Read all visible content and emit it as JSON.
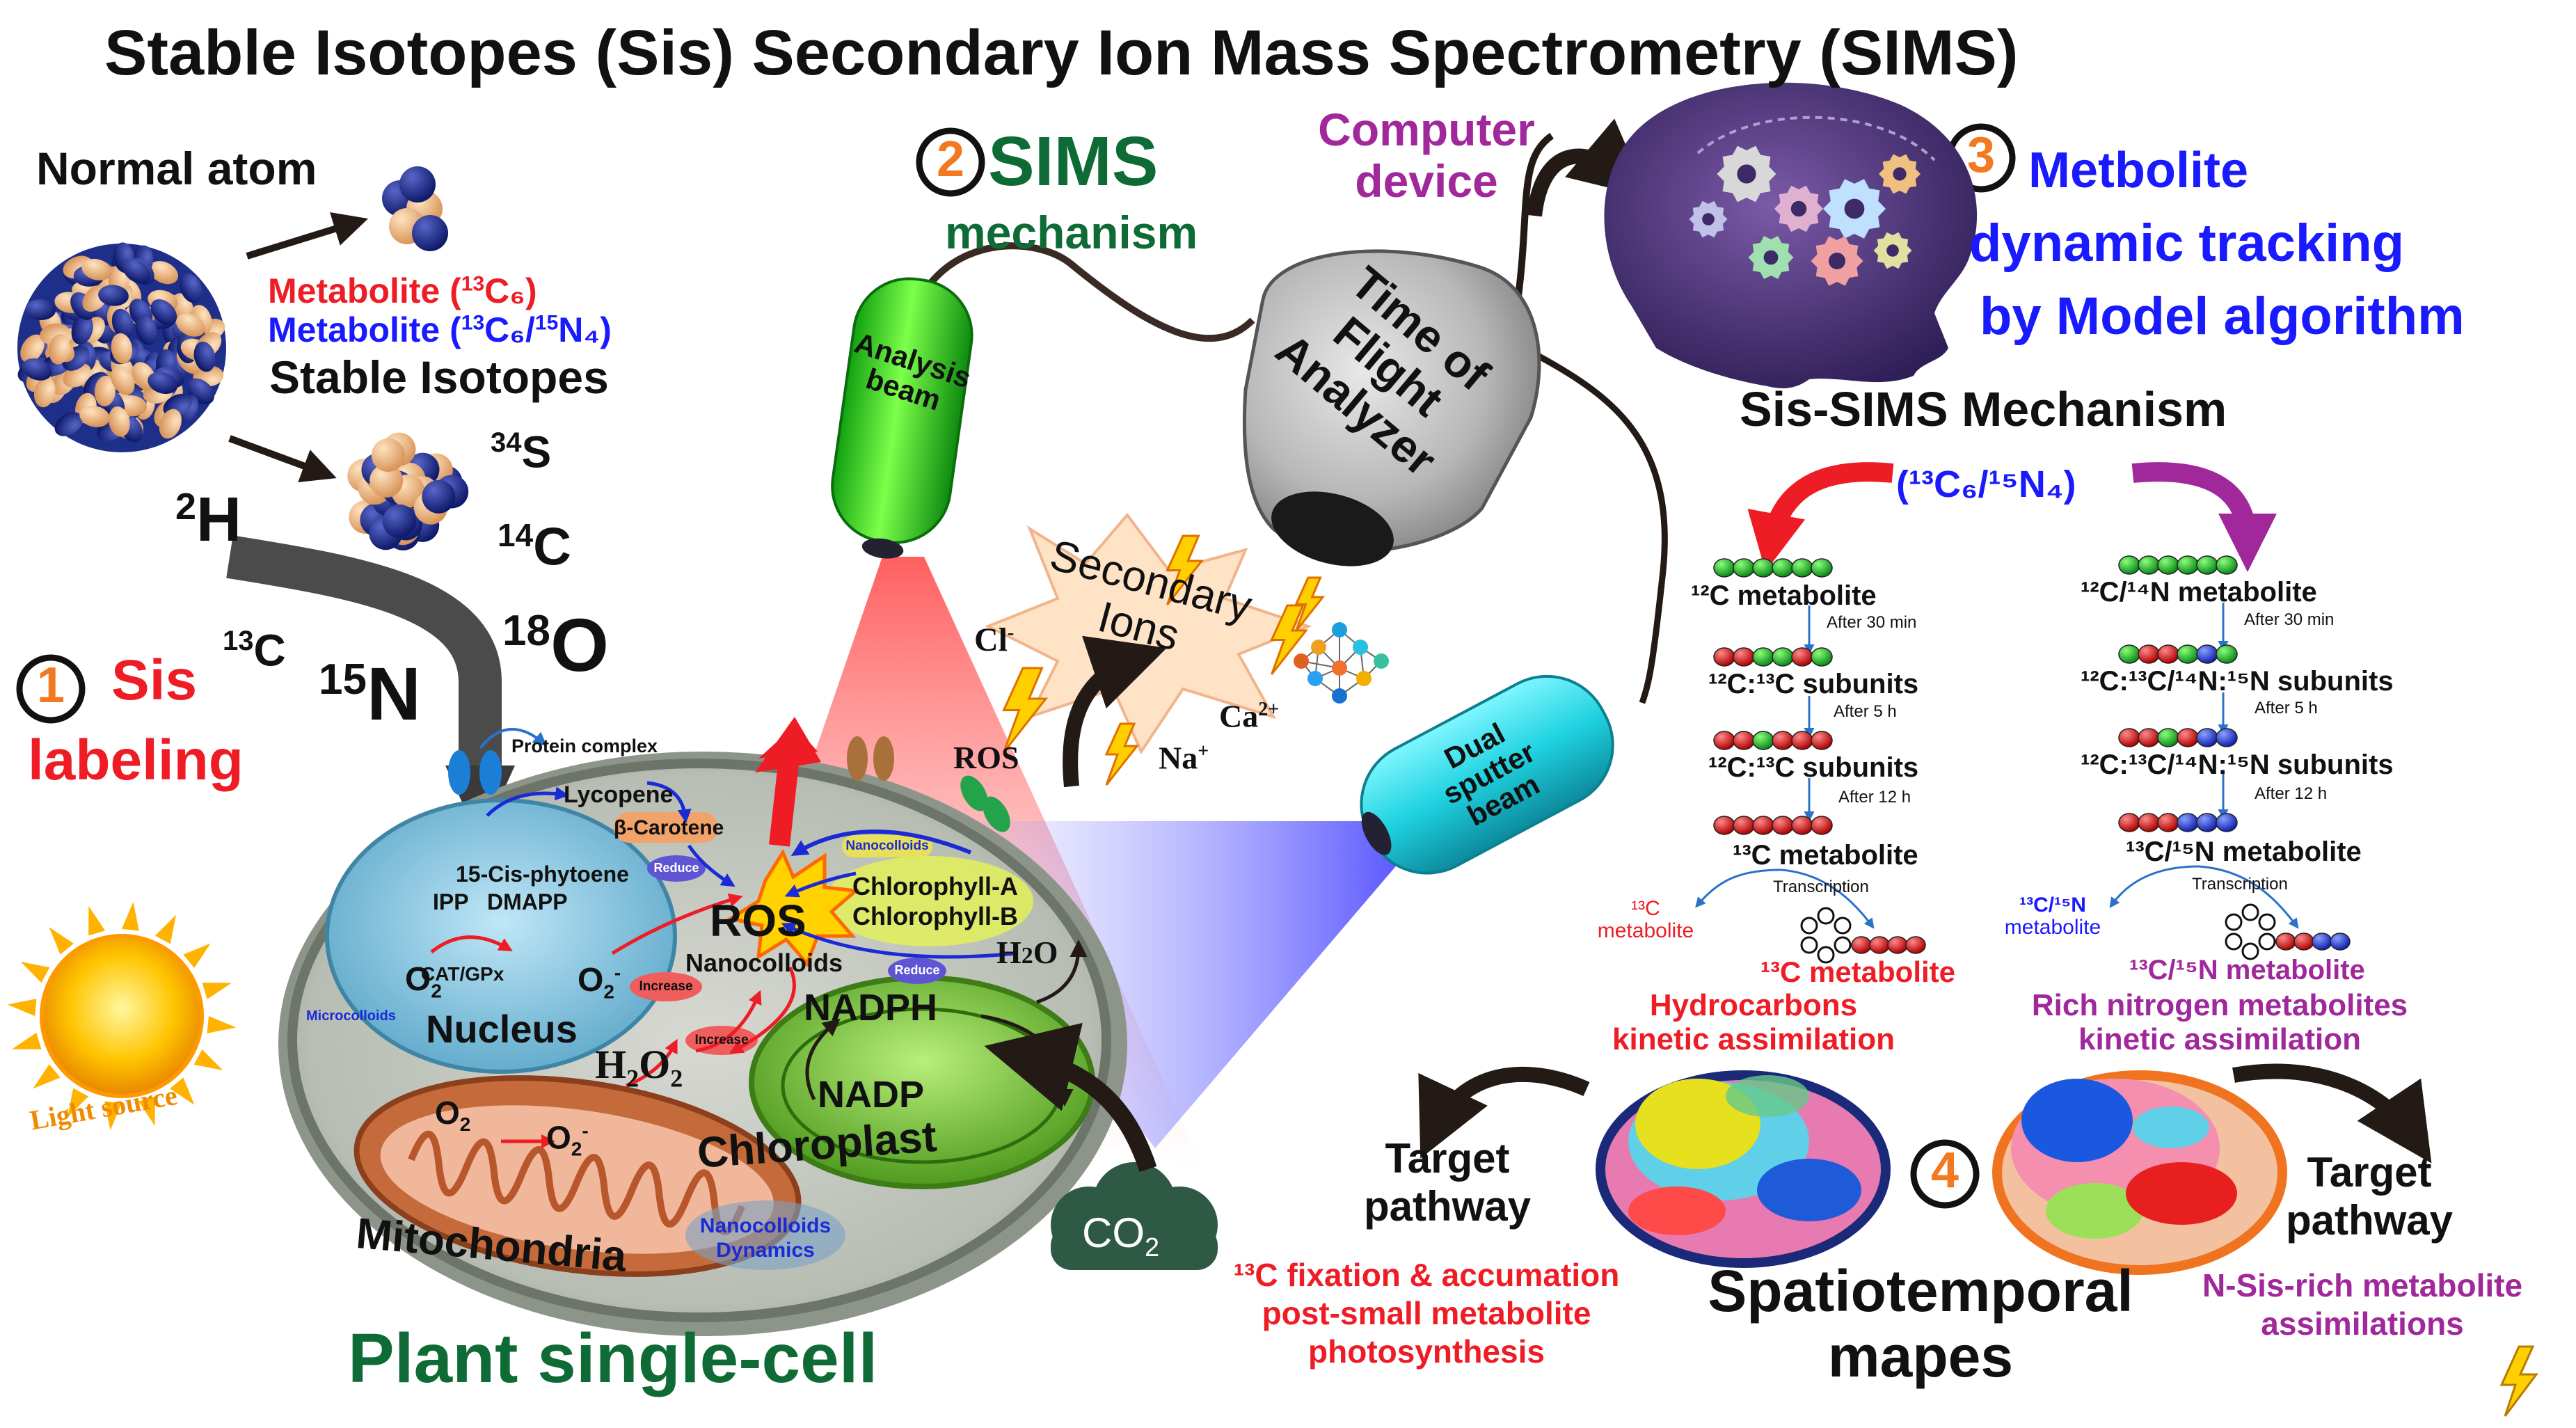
{
  "title": "Stable Isotopes (Sis) Secondary Ion Mass Spectrometry (SIMS)",
  "colors": {
    "red": "#ee1c25",
    "blue": "#1a1aff",
    "green": "#0f6b35",
    "magenta": "#a0289b",
    "orange": "#f2791f",
    "beige": "#f4b77a",
    "navy": "#1e2f8a"
  },
  "atoms": {
    "normal_atom": "Normal atom",
    "metabolite_red_a": "Metabolite (",
    "metabolite_red_b": "13",
    "metabolite_red_c": "C₆)",
    "metabolite_blue_a": "Metabolite (",
    "metabolite_blue_b": "13",
    "metabolite_blue_c": "C₆/",
    "metabolite_blue_d": "15",
    "metabolite_blue_e": "N₄)",
    "stable_isotopes": "Stable Isotopes",
    "s34_sup": "34",
    "s34": "S",
    "h2_sup": "2",
    "h2": "H",
    "c14_sup": "14",
    "c14": "C",
    "c13_sup": "13",
    "c13": "C",
    "n15_sup": "15",
    "n15": "N",
    "o18_sup": "18",
    "o18": "O"
  },
  "steps": {
    "s1_num": "1",
    "s1_label_a": "Sis",
    "s1_label_b": "labeling",
    "s2_num": "2",
    "s2_label_a": "SIMS",
    "s2_label_b": "mechanism",
    "s3_num": "3",
    "s3_label_a": "Metbolite",
    "s3_label_b": "dynamic tracking",
    "s3_label_c": "by Model algorithm",
    "s4_num": "4"
  },
  "cell": {
    "protein_complex": "Protein complex",
    "lycopene": "Lycopene",
    "beta_carotene": "β-Carotene",
    "phytoene": "15-Cis-phytoene",
    "ipp": "IPP",
    "dmapp": "DMAPP",
    "reduce": "Reduce",
    "ros": "ROS",
    "nanocolloids": "Nanocolloids",
    "chlorophyll_a": "Chlorophyll-A",
    "chlorophyll_b": "Chlorophyll-B",
    "cat_gpx": "CAT/GPx",
    "increase": "Increase",
    "microcolloids": "Microcolloids",
    "nucleus": "Nucleus",
    "nadph": "NADPH",
    "nadp": "NADP",
    "h2o": "H2O",
    "mitochondria": "Mitochondria",
    "chloroplast": "Chloroplast",
    "nanocolloids_dynamics": "Nanocolloids Dynamics",
    "co2": "CO",
    "co2_sub": "2",
    "light_source": "Light source",
    "plant_single_cell": "Plant single-cell"
  },
  "instrument": {
    "analysis_beam": "Analysis beam",
    "tof": "Time of Flight Analyzer",
    "computer": "Computer device",
    "secondary_ions": "Secondary Ions",
    "dual_sputter": "Dual sputter beam",
    "cl": "Cl",
    "ros": "ROS",
    "na": "Na",
    "ca": "Ca"
  },
  "mechanism": {
    "title": "Sis-SIMS Mechanism",
    "formula": "(¹³C₆/¹⁵N₄)",
    "left_c12": "¹²C metabolite",
    "after_30": "After 30 min",
    "left_sub1": "¹²C:¹³C subunits",
    "after_5": "After 5 h",
    "left_sub2": "¹²C:¹³C subunits",
    "after_12": "After 12 h",
    "left_c13": "¹³C metabolite",
    "transcription": "Transcription",
    "left_small_a": "¹³C",
    "left_small_b": "metabolite",
    "left_final": "¹³C metabolite",
    "right_c12": "¹²C/¹⁴N metabolite",
    "right_sub1": "¹²C:¹³C/¹⁴N:¹⁵N subunits",
    "right_sub2": "¹²C:¹³C/¹⁴N:¹⁵N subunits",
    "right_c13": "¹³C/¹⁵N metabolite",
    "right_small_a": "¹³C/¹⁵N",
    "right_small_b": "metabolite",
    "right_final": "¹³C/¹⁵N metabolite"
  },
  "maps": {
    "hydro_a": "Hydrocarbons",
    "hydro_b": "kinetic assimilation",
    "nitro_a": "Rich nitrogen metabolites",
    "nitro_b": "kinetic assimilation",
    "target_a": "Target",
    "target_b": "pathway",
    "fix_a": "¹³C fixation & accumation",
    "fix_b": "post-small metabolite",
    "fix_c": "photosynthesis",
    "spatio_a": "Spatiotemporal",
    "spatio_b": "mapes",
    "nsis_a": "N-Sis-rich  metabolite",
    "nsis_b": "assimilations"
  }
}
